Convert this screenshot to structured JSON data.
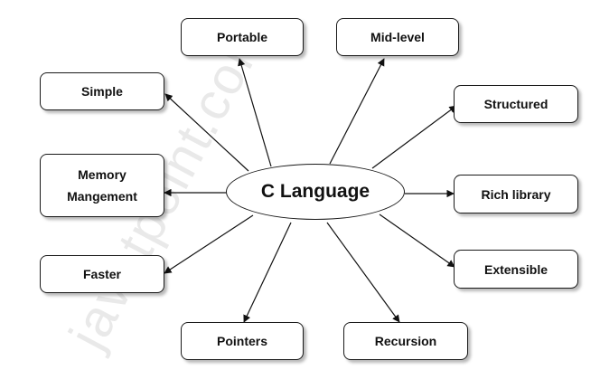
{
  "diagram": {
    "center_label": "C Language",
    "nodes": [
      {
        "id": "portable",
        "label": "Portable"
      },
      {
        "id": "mid-level",
        "label": "Mid-level"
      },
      {
        "id": "simple",
        "label": "Simple"
      },
      {
        "id": "structured",
        "label": "Structured"
      },
      {
        "id": "memory-management",
        "label": "Memory\nMangement"
      },
      {
        "id": "rich-library",
        "label": "Rich library"
      },
      {
        "id": "faster",
        "label": "Faster"
      },
      {
        "id": "extensible",
        "label": "Extensible"
      },
      {
        "id": "pointers",
        "label": "Pointers"
      },
      {
        "id": "recursion",
        "label": "Recursion"
      }
    ],
    "watermark": "javatpoint.com"
  }
}
